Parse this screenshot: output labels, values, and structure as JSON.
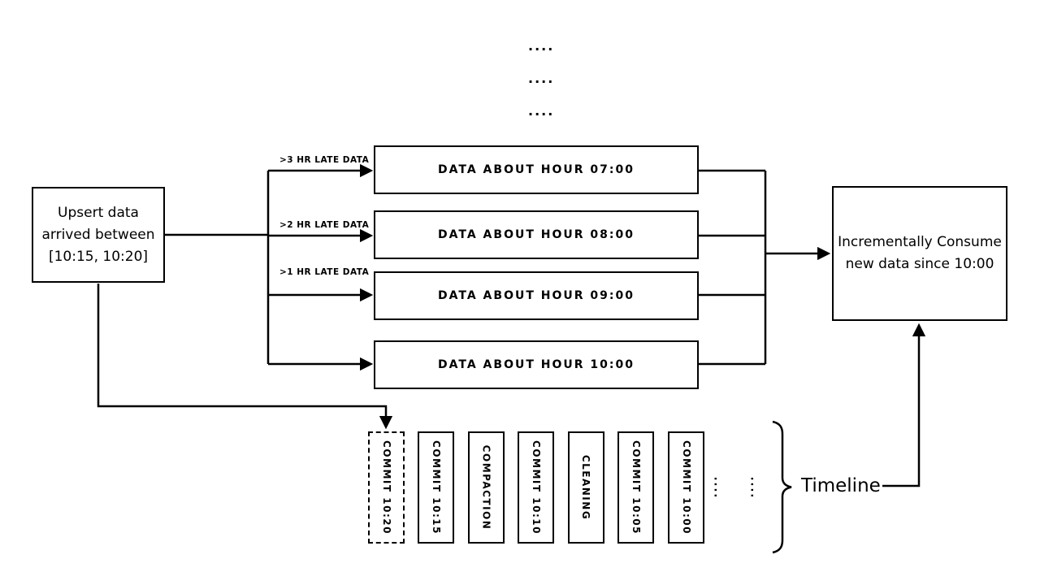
{
  "colors": {
    "ink": "#000000",
    "paper": "#ffffff"
  },
  "top_ellipsis": {
    "rows": [
      "....",
      "....",
      "...."
    ]
  },
  "upsert_box": {
    "line1": "Upsert data",
    "line2": "arrived between",
    "line3": "[10:15, 10:20]"
  },
  "late_data_labels": [
    ">3 HR LATE DATA",
    ">2 HR LATE DATA",
    ">1 HR LATE DATA"
  ],
  "hour_boxes": [
    "DATA ABOUT HOUR 07:00",
    "DATA ABOUT HOUR 08:00",
    "DATA ABOUT HOUR 09:00",
    "DATA ABOUT HOUR 10:00"
  ],
  "consume_box": {
    "line1": "Incrementally Consume",
    "line2": "new data since 10:00"
  },
  "timeline": {
    "label": "Timeline",
    "instants": [
      {
        "label": "COMMIT 10:20",
        "border": "dashed"
      },
      {
        "label": "COMMIT 10:15",
        "border": "solid"
      },
      {
        "label": "COMPACTION",
        "border": "solid"
      },
      {
        "label": "COMMIT 10:10",
        "border": "solid"
      },
      {
        "label": "CLEANING",
        "border": "solid"
      },
      {
        "label": "COMMIT 10:05",
        "border": "solid"
      },
      {
        "label": "COMMIT 10:00",
        "border": "solid"
      }
    ],
    "ellipsis": [
      "....",
      "...."
    ]
  }
}
